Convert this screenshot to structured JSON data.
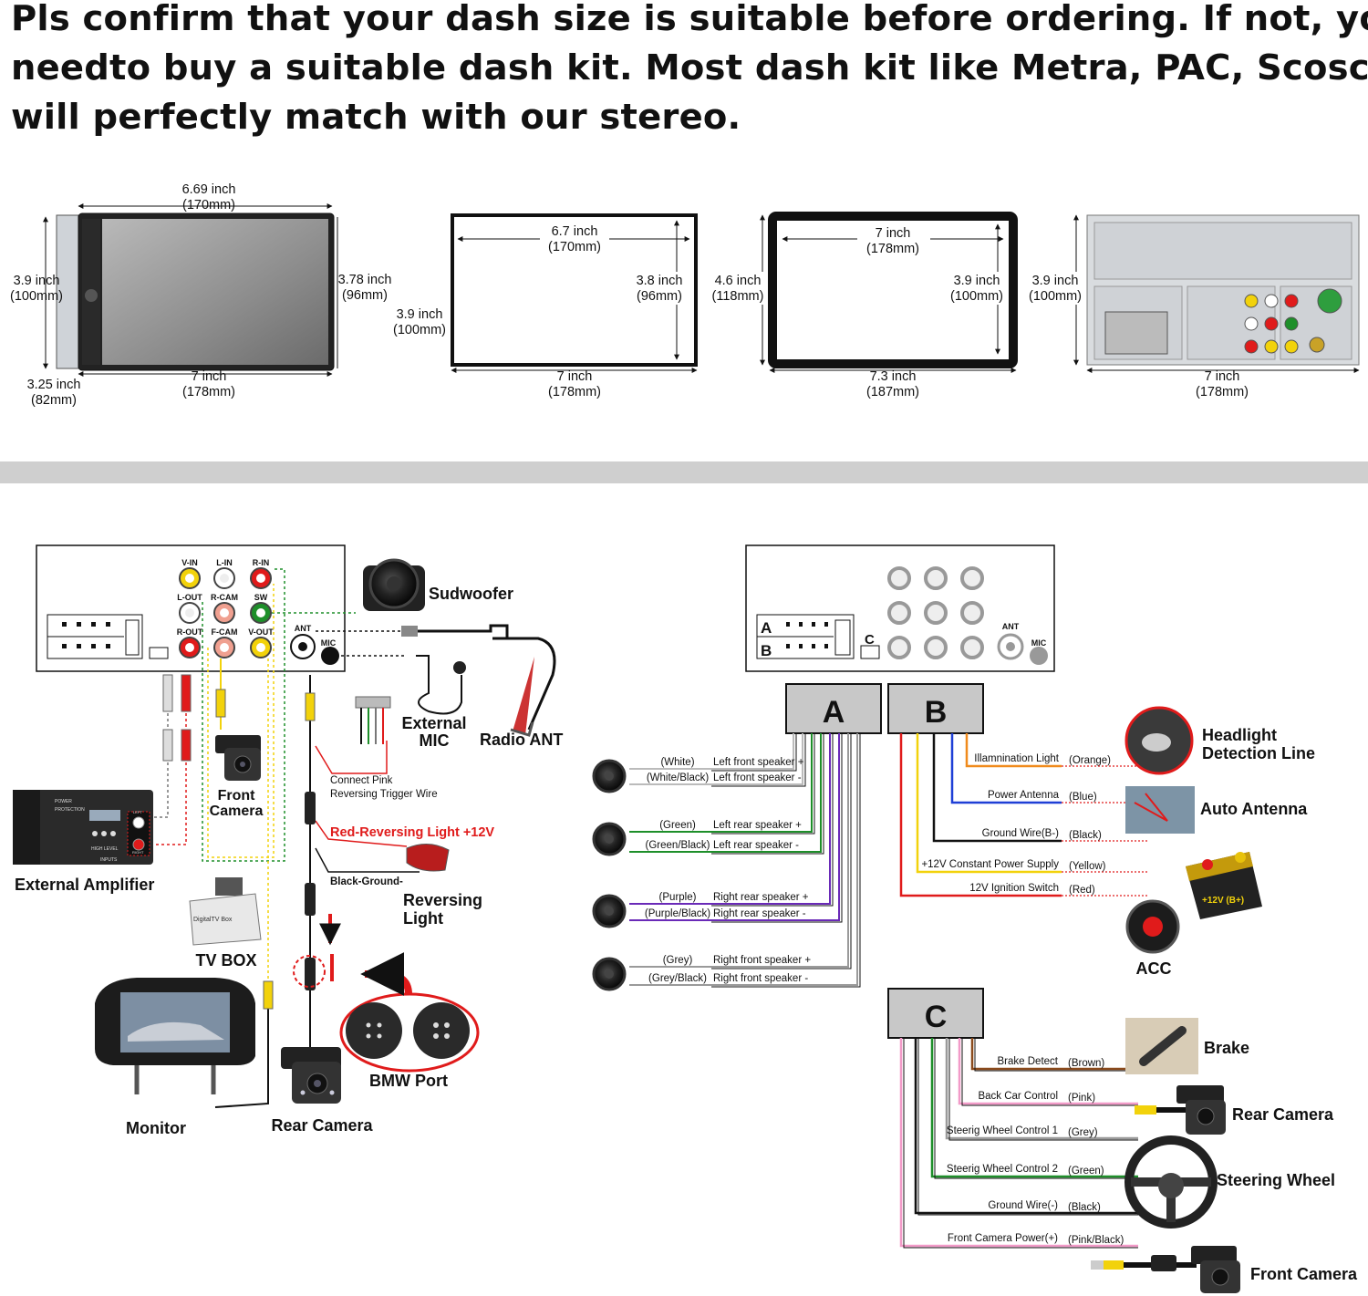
{
  "headline": [
    "Pls confirm that your dash size is suitable before ordering. If not, you",
    "needto buy a suitable dash kit. Most dash kit like Metra, PAC, Scosche",
    "will perfectly match with our stereo."
  ],
  "dimensions": {
    "stereo": {
      "top": "6.69 inch",
      "top_mm": "(170mm)",
      "left": "3.9 inch",
      "left_mm": "(100mm)",
      "right": "3.78 inch",
      "right_mm": "(96mm)",
      "depth": "3.25 inch",
      "depth_mm": "(82mm)",
      "bottom": "7 inch",
      "bottom_mm": "(178mm)"
    },
    "opening": {
      "inner_w": "6.7 inch",
      "inner_w_mm": "(170mm)",
      "inner_h": "3.8 inch",
      "inner_h_mm": "(96mm)",
      "outer_h": "3.9 inch",
      "outer_h_mm": "(100mm)",
      "outer_w": "7 inch",
      "outer_w_mm": "(178mm)"
    },
    "frame": {
      "outer_h": "4.6 inch",
      "outer_h_mm": "(118mm)",
      "inner_w": "7 inch",
      "inner_w_mm": "(178mm)",
      "inner_h": "3.9 inch",
      "inner_h_mm": "(100mm)",
      "outer_w": "7.3 inch",
      "outer_w_mm": "(187mm)"
    },
    "back": {
      "h": "3.9 inch",
      "h_mm": "(100mm)",
      "w": "7 inch",
      "w_mm": "(178mm)"
    }
  },
  "left_diagram": {
    "ports": {
      "v_in": "V-IN",
      "l_in": "L-IN",
      "r_in": "R-IN",
      "l_out": "L-OUT",
      "r_cam": "R-CAM",
      "sw": "SW",
      "r_out": "R-OUT",
      "f_cam": "F-CAM",
      "v_out": "V-OUT",
      "ant": "ANT",
      "mic": "MIC"
    },
    "subwoofer": "Sudwoofer",
    "external_mic": [
      "External",
      "MIC"
    ],
    "radio_ant": "Radio ANT",
    "front_camera": [
      "Front",
      "Camera"
    ],
    "connect_pink": [
      "Connect Pink",
      "Reversing Trigger Wire"
    ],
    "red_reversing": "Red-Reversing Light +12V",
    "black_ground": "Black-Ground-",
    "reversing_light": [
      "Reversing",
      "Light"
    ],
    "external_amplifier": "External Amplifier",
    "amp_text": {
      "power": "POWER",
      "protection": "PROTECTION",
      "high_level": "HIGH LEVEL",
      "inputs": "INPUTS",
      "left": "LEFT",
      "right": "RIGHT"
    },
    "tv_box": "TV BOX",
    "tv_box_inner": "DigitalTV Box",
    "monitor": "Monitor",
    "rear_camera": "Rear Camera",
    "bmw_port": "BMW Port"
  },
  "right_diagram": {
    "plug_a": "A",
    "plug_b": "B",
    "plug_c": "C",
    "ant": "ANT",
    "mic": "MIC",
    "speakers": [
      {
        "color": "(White)",
        "label": "Left front speaker +"
      },
      {
        "color": "(White/Black)",
        "label": "Left front speaker -"
      },
      {
        "color": "(Green)",
        "label": "Left rear speaker +"
      },
      {
        "color": "(Green/Black)",
        "label": "Left rear speaker -"
      },
      {
        "color": "(Purple)",
        "label": "Right rear speaker +"
      },
      {
        "color": "(Purple/Black)",
        "label": "Right rear speaker -"
      },
      {
        "color": "(Grey)",
        "label": "Right front speaker +"
      },
      {
        "color": "(Grey/Black)",
        "label": "Right front speaker -"
      }
    ],
    "b_wires": [
      {
        "label": "Illamnination Light",
        "color": "(Orange)",
        "wire": "#f08a1c"
      },
      {
        "label": "Power Antenna",
        "color": "(Blue)",
        "wire": "#1f3fd6"
      },
      {
        "label": "Ground Wire(B-)",
        "color": "(Black)",
        "wire": "#111111"
      },
      {
        "label": "+12V Constant Power Supply",
        "color": "(Yellow)",
        "wire": "#f2d20b"
      },
      {
        "label": "12V Ignition Switch",
        "color": "(Red)",
        "wire": "#e01b1b"
      }
    ],
    "b_devices": {
      "headlight": [
        "Headlight",
        "Detection Line"
      ],
      "auto_antenna": "Auto Antenna",
      "acc": "ACC",
      "battery": "+12V (B+)"
    },
    "c_wires": [
      {
        "label": "Brake Detect",
        "color": "(Brown)",
        "wire": "#8a4a1c"
      },
      {
        "label": "Back Car Control",
        "color": "(Pink)",
        "wire": "#f29ac8"
      },
      {
        "label": "Steerig Wheel Control 1",
        "color": "(Grey)",
        "wire": "#9a9a9a"
      },
      {
        "label": "Steerig Wheel Control 2",
        "color": "(Green)",
        "wire": "#1e8f2a"
      },
      {
        "label": "Ground Wire(-)",
        "color": "(Black)",
        "wire": "#111111"
      },
      {
        "label": "Front Camera Power(+)",
        "color": "(Pink/Black)",
        "wire": "#f29ac8"
      }
    ],
    "c_devices": {
      "brake": "Brake",
      "rear_camera": "Rear Camera",
      "steering_wheel": "Steering Wheel",
      "front_camera": "Front Camera"
    }
  }
}
